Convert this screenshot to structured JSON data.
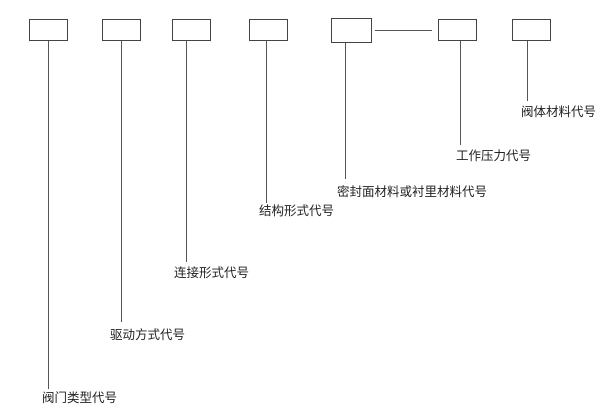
{
  "labels": {
    "valve_type": "阀门类型代号",
    "drive_mode": "驱动方式代号",
    "connection_form": "连接形式代号",
    "structure_form": "结构形式代号",
    "seal_material": "密封面材料或衬里材料代号",
    "working_pressure": "工作压力代号",
    "body_material": "阀体材料代号"
  }
}
